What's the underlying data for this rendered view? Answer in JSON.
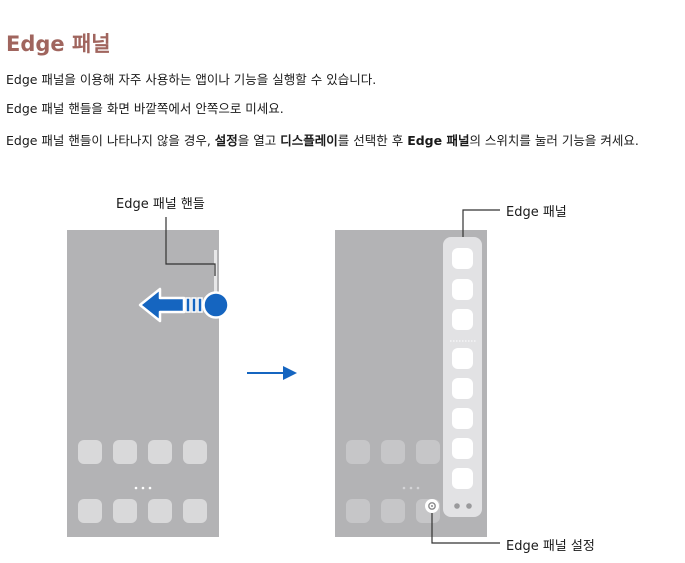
{
  "title": "Edge 패널",
  "paragraphs": {
    "p1": "Edge 패널을 이용해 자주 사용하는 앱이나 기능을 실행할 수 있습니다.",
    "p2": "Edge 패널 핸들을 화면 바깥쪽에서 안쪽으로 미세요.",
    "p3": {
      "a": "Edge 패널 핸들이 나타나지 않을 경우, ",
      "b": "설정",
      "c": "을 열고 ",
      "d": "디스플레이",
      "e": "를 선택한 후 ",
      "f": "Edge 패널",
      "g": "의 스위치를 눌러 기능을 켜세요."
    }
  },
  "diagram": {
    "label_handle": "Edge 패널 핸들",
    "label_panel": "Edge 패널",
    "label_settings": "Edge 패널 설정",
    "colors": {
      "screen": "#b3b3b5",
      "app_icon": "#d9d9da",
      "accent_blue": "#1565c0",
      "panel": "#e2e2e4",
      "panel_icon": "#ffffff"
    }
  }
}
